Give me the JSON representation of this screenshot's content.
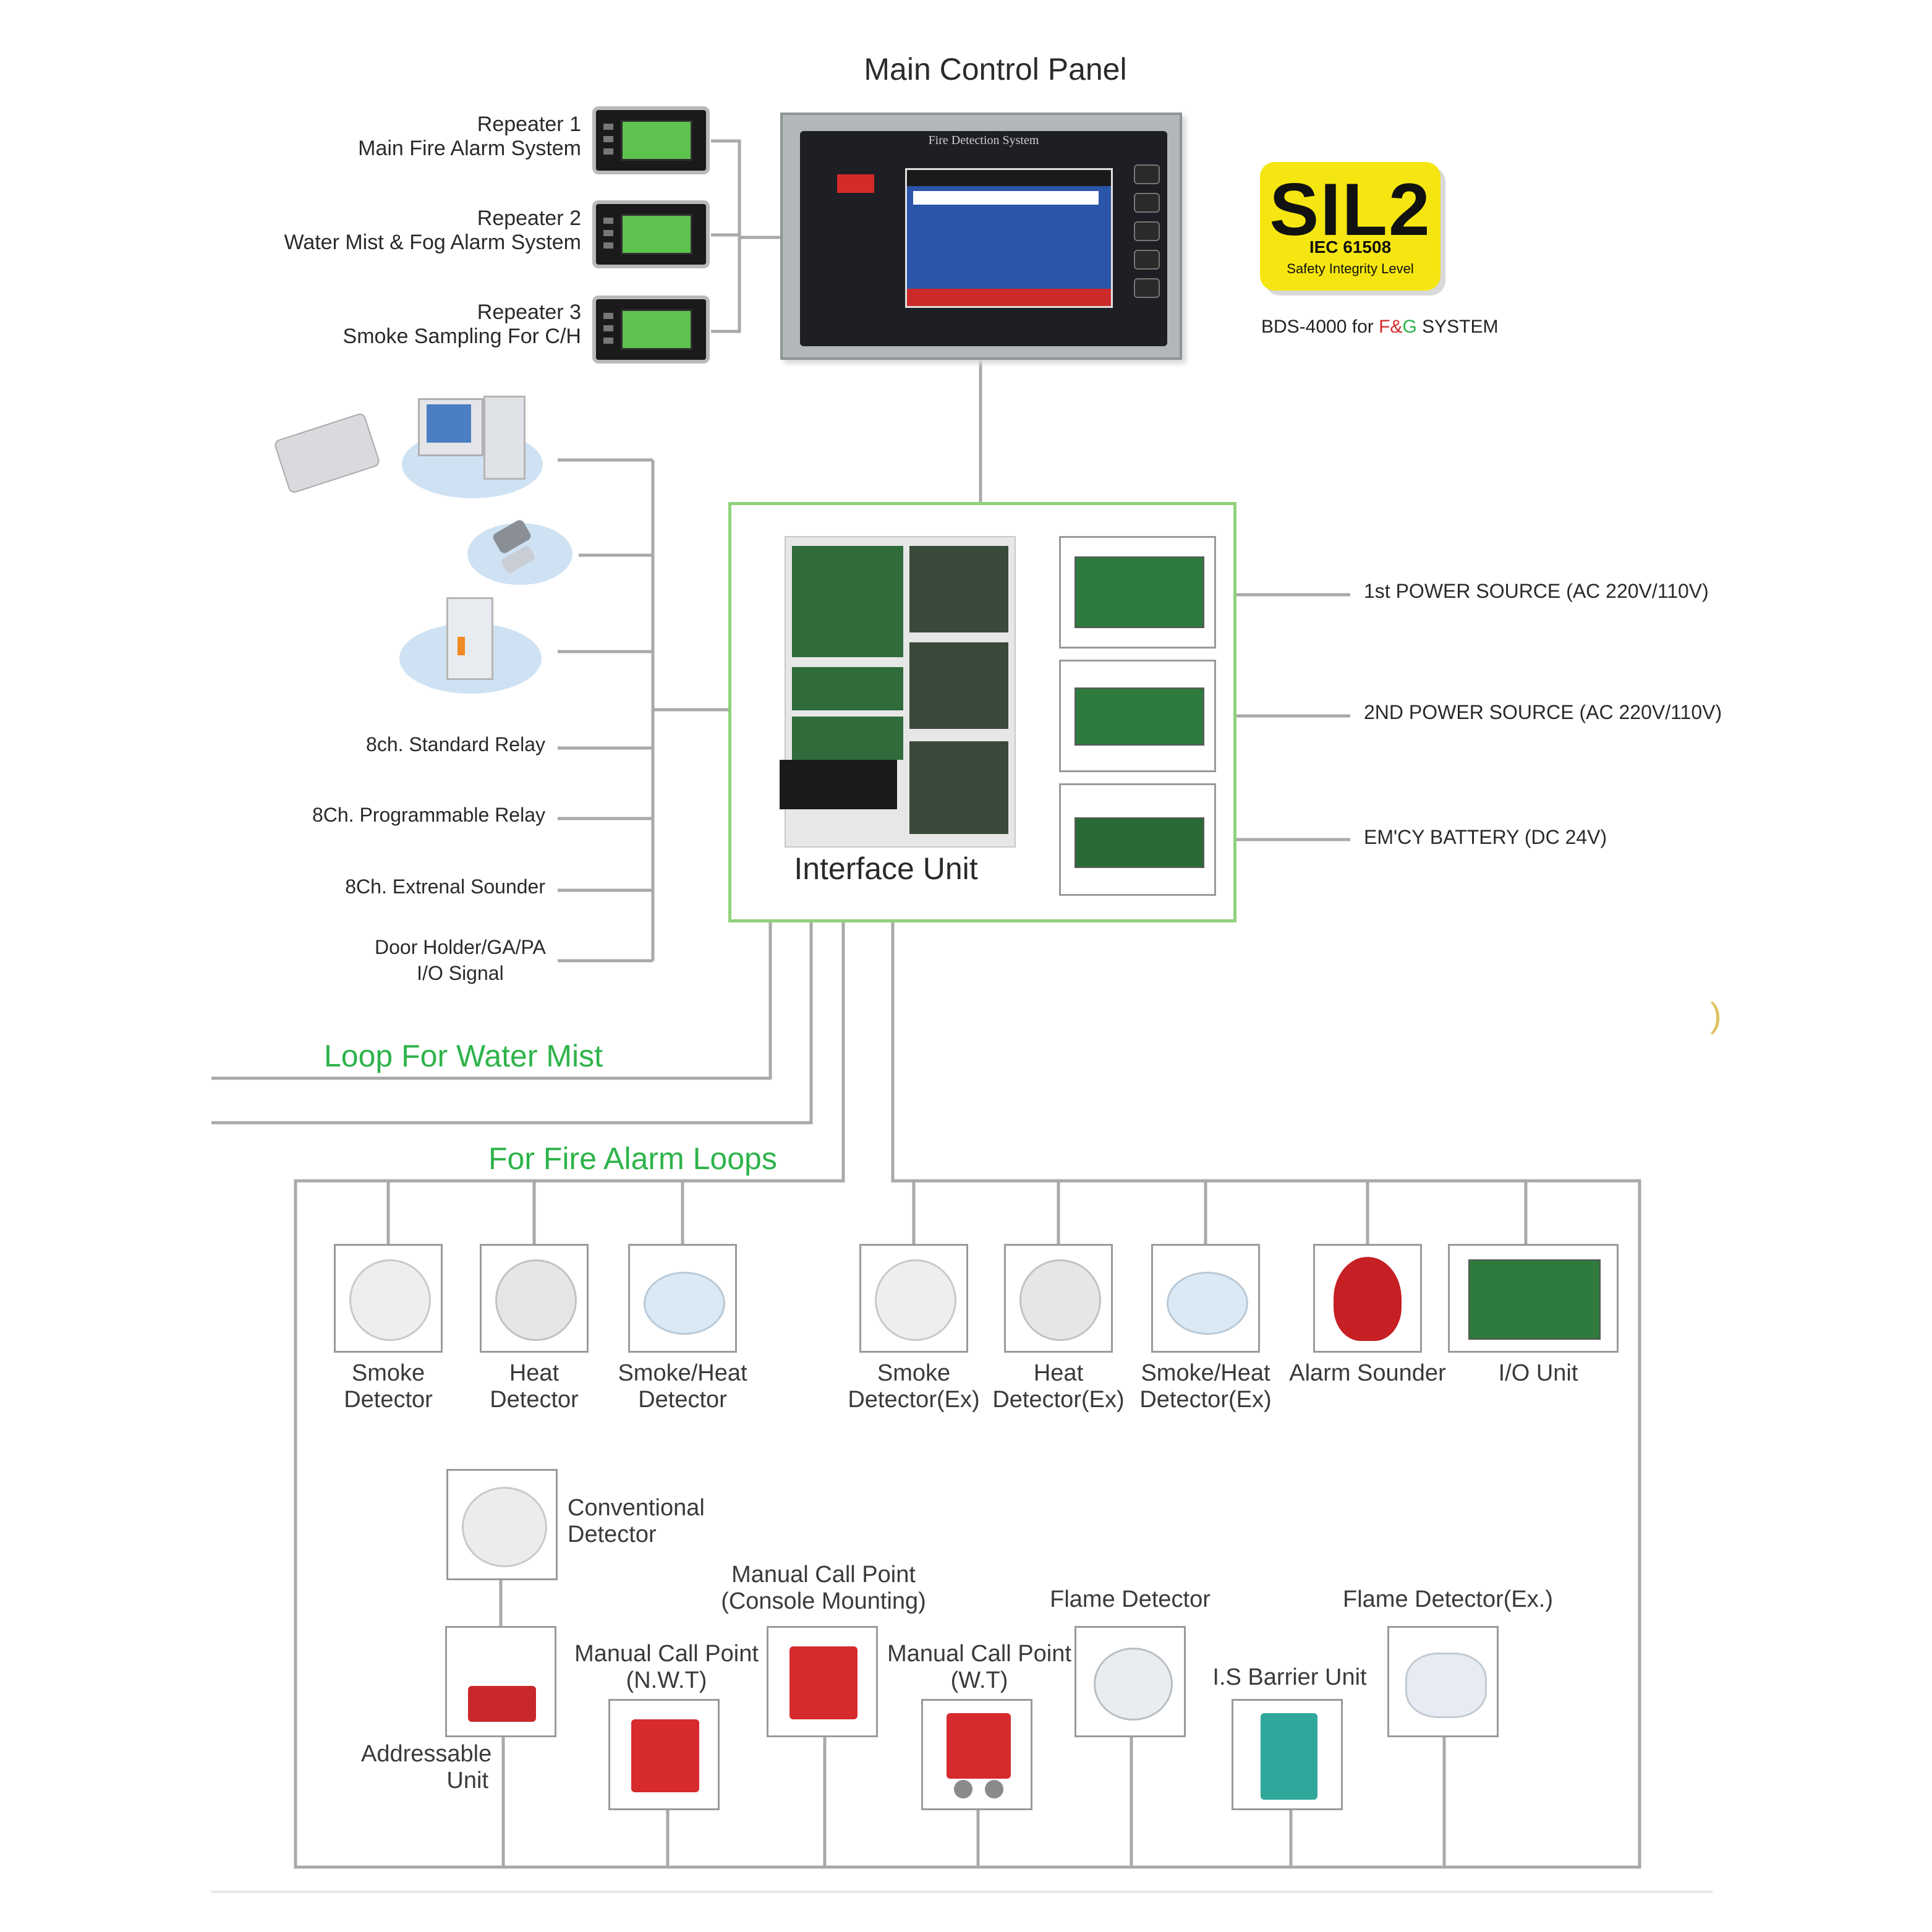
{
  "main_panel": {
    "title": "Main Control Panel",
    "screen_header": "Fire Detection System"
  },
  "repeaters": [
    {
      "line1": "Repeater 1",
      "line2": "Main Fire Alarm System"
    },
    {
      "line1": "Repeater 2",
      "line2": "Water Mist & Fog Alarm System"
    },
    {
      "line1": "Repeater 3",
      "line2": "Smoke Sampling For C/H"
    }
  ],
  "badge": {
    "big": "SIL2",
    "standard": "IEC 61508",
    "sub": "Safety Integrity Level",
    "caption_a": "BDS-4000 for ",
    "caption_f": "F",
    "caption_amp": "&",
    "caption_g": "G",
    "caption_b": " SYSTEM"
  },
  "interface_unit": {
    "label": "Interface Unit"
  },
  "power": [
    "1st POWER SOURCE (AC 220V/110V)",
    "2ND POWER SOURCE (AC 220V/110V)",
    "EM'CY BATTERY (DC 24V)"
  ],
  "relays": [
    "8ch. Standard Relay",
    "8Ch. Programmable Relay",
    "8Ch. Extrenal Sounder"
  ],
  "door_holder": {
    "line1": "Door Holder/GA/PA",
    "line2": "I/O Signal"
  },
  "loops": {
    "water_mist": "Loop For Water Mist",
    "fire_alarm": "For Fire Alarm Loops"
  },
  "row1_devices": [
    {
      "l1": "Smoke",
      "l2": "Detector"
    },
    {
      "l1": "Heat",
      "l2": "Detector"
    },
    {
      "l1": "Smoke/Heat",
      "l2": "Detector"
    },
    {
      "l1": "Smoke",
      "l2": "Detector(Ex)"
    },
    {
      "l1": "Heat",
      "l2": "Detector(Ex)"
    },
    {
      "l1": "Smoke/Heat",
      "l2": "Detector(Ex)"
    },
    {
      "l1": "Alarm Sounder",
      "l2": ""
    },
    {
      "l1": "I/O Unit",
      "l2": ""
    }
  ],
  "row2": {
    "conventional": {
      "l1": "Conventional",
      "l2": "Detector"
    },
    "addressable": {
      "l1": "Addressable",
      "l2": "Unit"
    },
    "mcp_nwt": {
      "l1": "Manual Call Point",
      "l2": "(N.W.T)"
    },
    "mcp_console": {
      "l1": "Manual Call Point",
      "l2": "(Console Mounting)"
    },
    "mcp_wt": {
      "l1": "Manual Call Point",
      "l2": "(W.T)"
    },
    "flame": "Flame Detector",
    "is_barrier": "I.S Barrier Unit",
    "flame_ex": "Flame Detector(Ex.)"
  },
  "stray_glyph": ")"
}
